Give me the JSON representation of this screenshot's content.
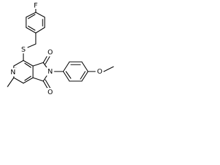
{
  "image": {
    "type": "chemical structure",
    "style": "skeletal formula"
  },
  "atoms": {
    "F": "F",
    "S": "S",
    "N_pyridine": "N",
    "N_imide": "N",
    "O_top": "O",
    "O_bottom": "O",
    "O_ether": "O"
  },
  "colors": {
    "bond": "#000000",
    "background": "#ffffff"
  }
}
